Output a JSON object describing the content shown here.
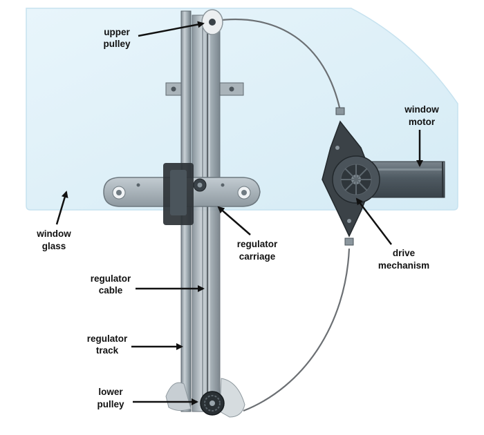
{
  "labels": {
    "upper_pulley": [
      "upper",
      "pulley"
    ],
    "window_motor": [
      "window",
      "motor"
    ],
    "window_glass": [
      "window",
      "glass"
    ],
    "regulator_carriage": [
      "regulator",
      "carriage"
    ],
    "drive_mechanism": [
      "drive",
      "mechanism"
    ],
    "regulator_cable": [
      "regulator",
      "cable"
    ],
    "regulator_track": [
      "regulator",
      "track"
    ],
    "lower_pulley": [
      "lower",
      "pulley"
    ]
  },
  "colors": {
    "glass": "#dff0f8",
    "glass_edge": "#c6e2ef",
    "metal": "#a9b3ba",
    "metal_dark": "#6f7a82",
    "cable": "#6b6f73",
    "motor": "#5d6870",
    "bracket": "#2f3438",
    "arrow": "#111111"
  }
}
